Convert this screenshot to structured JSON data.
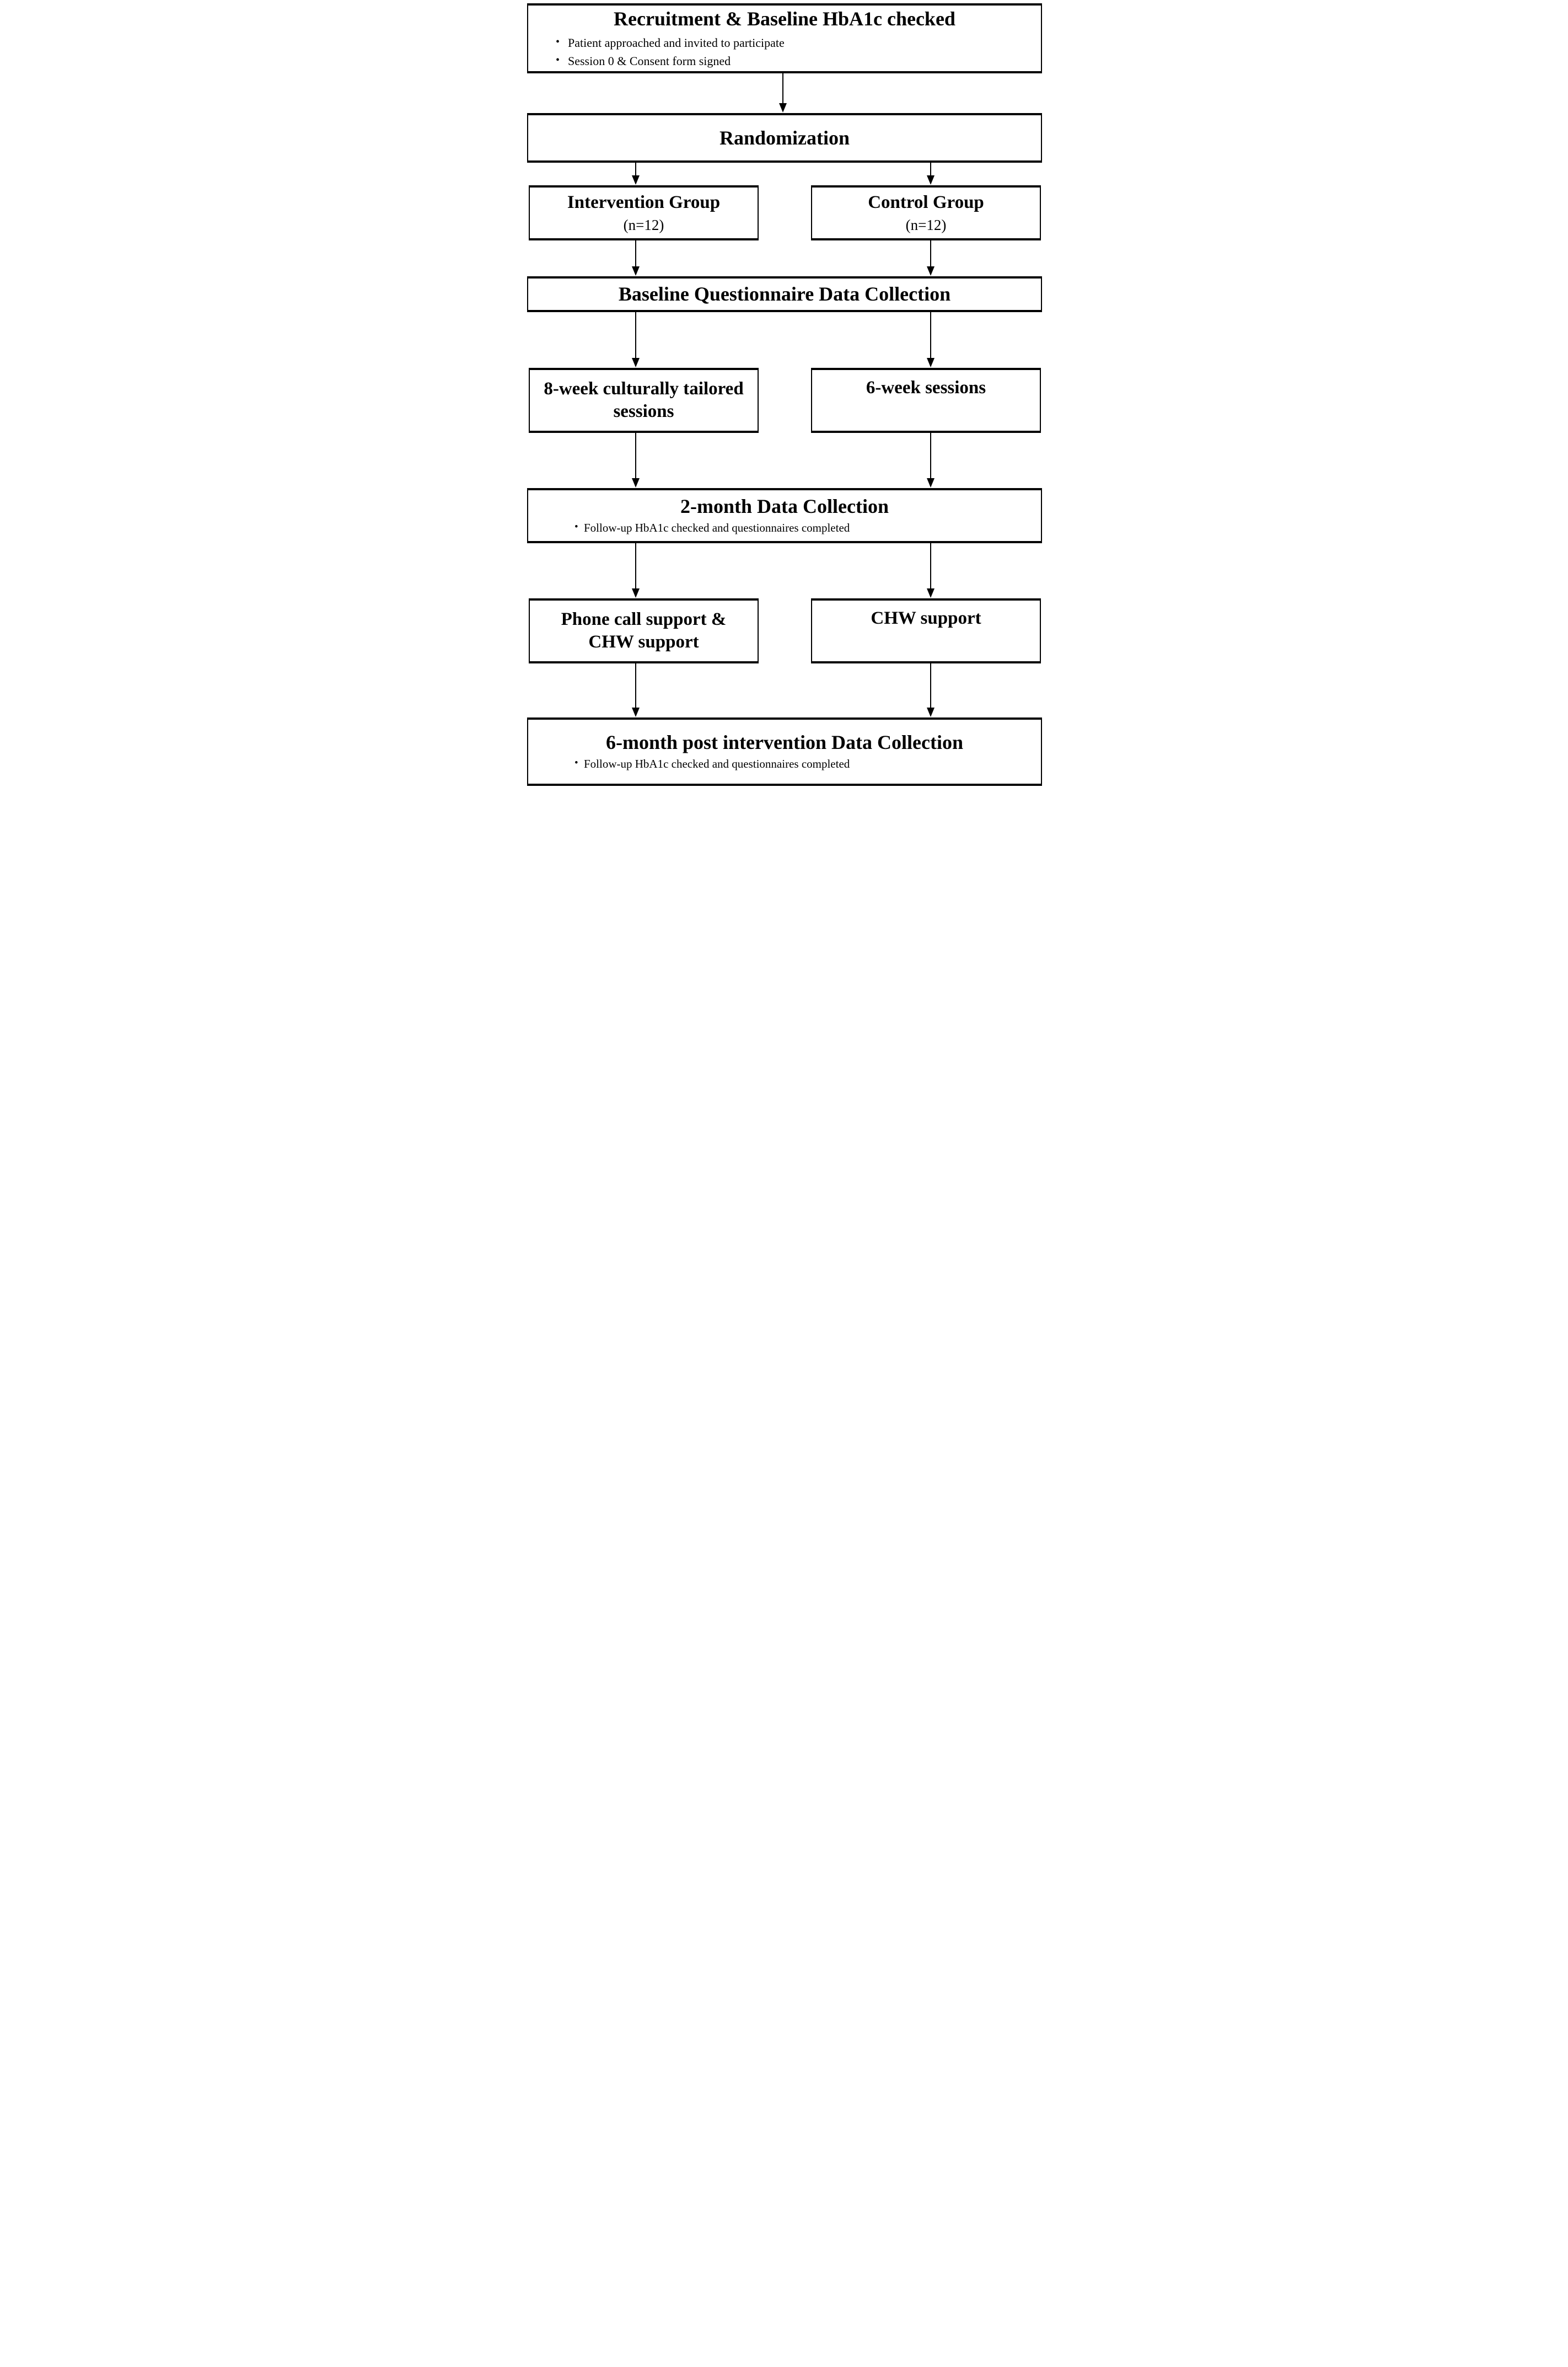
{
  "accent_color": "#000000",
  "background_color": "#ffffff",
  "flowchart": {
    "recruitment": {
      "title": "Recruitment & Baseline HbA1c checked",
      "bullets": [
        "Patient approached and invited to participate",
        "Session 0 & Consent form signed"
      ]
    },
    "randomization": {
      "title": "Randomization"
    },
    "intervention_group": {
      "title": "Intervention Group",
      "subtitle": "(n=12)"
    },
    "control_group": {
      "title": "Control Group",
      "subtitle": "(n=12)"
    },
    "baseline_questionnaire": {
      "title": "Baseline Questionnaire Data Collection"
    },
    "intervention_sessions": {
      "title": "8-week culturally tailored sessions"
    },
    "control_sessions": {
      "title": "6-week sessions"
    },
    "two_month_collection": {
      "title": "2-month Data Collection",
      "bullets": [
        "Follow-up HbA1c checked and questionnaires completed"
      ]
    },
    "intervention_support": {
      "title": "Phone call support & CHW support"
    },
    "control_support": {
      "title": "CHW support"
    },
    "six_month_collection": {
      "title": "6-month post intervention Data Collection",
      "bullets": [
        "Follow-up HbA1c checked and questionnaires completed"
      ]
    }
  }
}
